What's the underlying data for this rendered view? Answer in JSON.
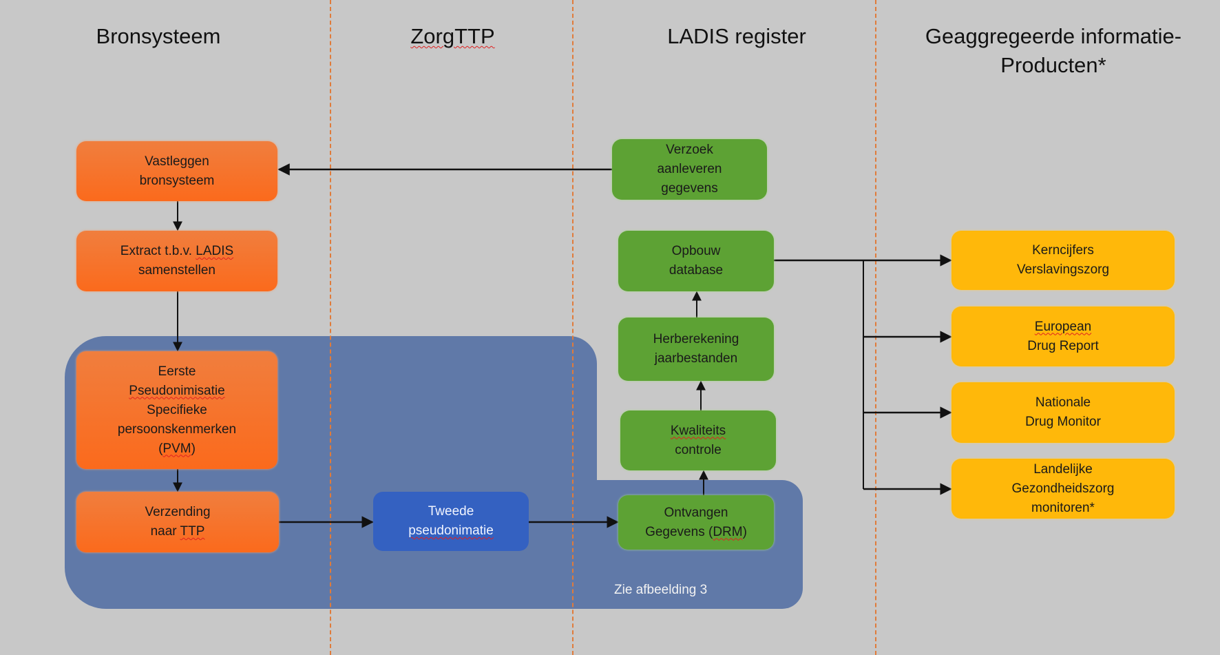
{
  "lanes": [
    {
      "title": "Bronsysteem"
    },
    {
      "title": "ZorgTTP"
    },
    {
      "title": "LADIS register"
    },
    {
      "title_line1": "Geaggregeerde informatie-",
      "title_line2": "Producten*"
    }
  ],
  "nodes": {
    "vastleggen": {
      "line1": "Vastleggen",
      "line2": "bronsysteem"
    },
    "extract": {
      "line1_a": "Extract t.b.v. ",
      "line1_b": "LADIS",
      "line2": "samenstellen"
    },
    "eerste": {
      "line1": "Eerste",
      "line2": "Pseudonimisatie",
      "line3": "Specifieke",
      "line4": "persoonskenmerken",
      "line5_a": "(",
      "line5_b": "PVM",
      "line5_c": ")"
    },
    "verzending": {
      "line1": "Verzending",
      "line2_a": "naar ",
      "line2_b": "TTP"
    },
    "tweede": {
      "line1": "Tweede",
      "line2": "pseudonimatie"
    },
    "verzoek": {
      "line1": "Verzoek",
      "line2": "aanleveren",
      "line3": "gegevens"
    },
    "opbouw": {
      "line1": "Opbouw",
      "line2": "database"
    },
    "herberekening": {
      "line1": "Herberekening",
      "line2": "jaarbestanden"
    },
    "kwaliteits": {
      "line1": "Kwaliteits",
      "line2": "controle"
    },
    "ontvangen": {
      "line1": "Ontvangen",
      "line2_a": "Gegevens (",
      "line2_b": "DRM",
      "line2_c": ")"
    },
    "kerncijfers": {
      "line1": "Kerncijfers",
      "line2": "Verslavingszorg"
    },
    "european": {
      "line1": "European",
      "line2": "Drug Report"
    },
    "nationale": {
      "line1": "Nationale",
      "line2": "Drug Monitor"
    },
    "landelijke": {
      "line1": "Landelijke",
      "line2": "Gezondheidszorg",
      "line3": "monitoren*"
    }
  },
  "region_note": "Zie afbeelding 3",
  "colors": {
    "background": "#c8c8c8",
    "source": "#f57a35",
    "ladis": "#5da234",
    "products": "#ffb80a",
    "ttp": "#3461c1",
    "pseudonymisation_region": "#6079a8",
    "lane_divider": "#e07b3a"
  }
}
